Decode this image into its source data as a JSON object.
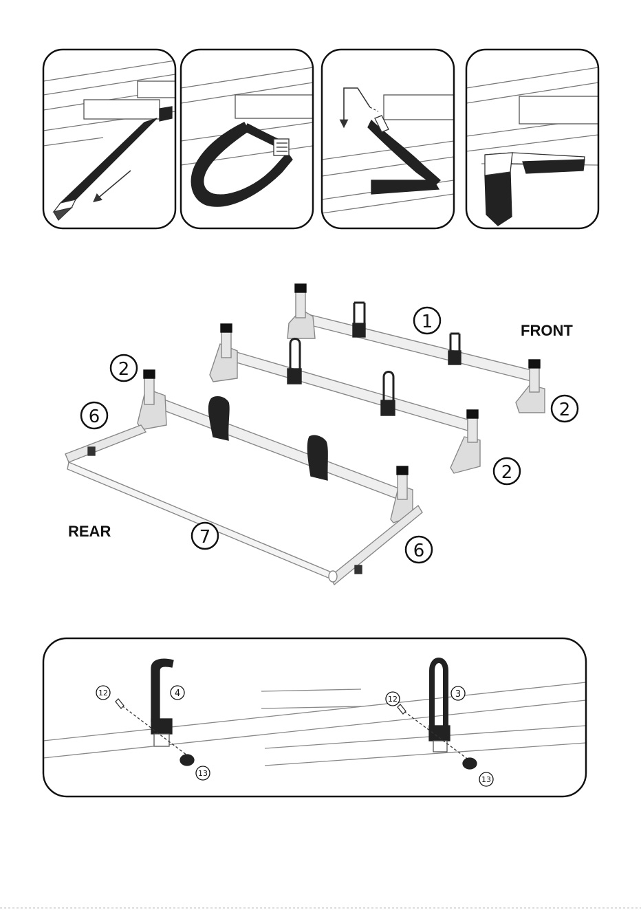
{
  "labels": {
    "front": "FRONT",
    "rear": "REAR"
  },
  "callouts": {
    "bar1": "1",
    "foot_left": "2",
    "foot_right_front": "2",
    "foot_right_mid": "2",
    "roller_left": "6",
    "roller_right": "6",
    "roller_bar": "7",
    "bolt_left": "12",
    "hook_left": "4",
    "knob_left": "13",
    "bolt_right": "12",
    "hook_right": "3",
    "knob_right": "13"
  }
}
